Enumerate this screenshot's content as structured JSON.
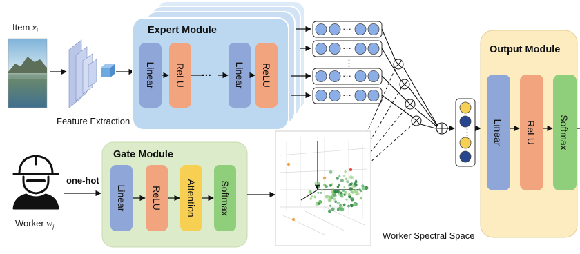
{
  "inputs": {
    "item_label": "Item",
    "item_var": "x",
    "item_sub": "i",
    "worker_label": "Worker",
    "worker_var": "w",
    "worker_sub": "j",
    "feature_extraction": "Feature Extraction",
    "one_hot": "one-hot"
  },
  "expert_module": {
    "title": "Expert Module",
    "blocks": [
      "Linear",
      "ReLU",
      "Linear",
      "ReLU"
    ],
    "ellipsis": "···"
  },
  "gate_module": {
    "title": "Gate Module",
    "blocks": [
      "Linear",
      "ReLU",
      "Attention",
      "Softmax"
    ]
  },
  "output_module": {
    "title": "Output Module",
    "blocks": [
      "Linear",
      "ReLU",
      "Softmax"
    ]
  },
  "spectral_space": {
    "caption": "Worker Spectral Space"
  },
  "expert_vectors": {
    "ellipsis": "···",
    "vertical_ellipsis": "⋮"
  },
  "colors": {
    "linear": "#8fa6d8",
    "relu": "#f2a47e",
    "attention": "#f7cf52",
    "softmax": "#8fce7a",
    "expert_bg": "#bcd7f0",
    "gate_bg": "#dcebc9",
    "output_bg": "#fdecc0",
    "node": "#8caee6",
    "yellow_node": "#f6cf55",
    "navy_node": "#27468f"
  }
}
